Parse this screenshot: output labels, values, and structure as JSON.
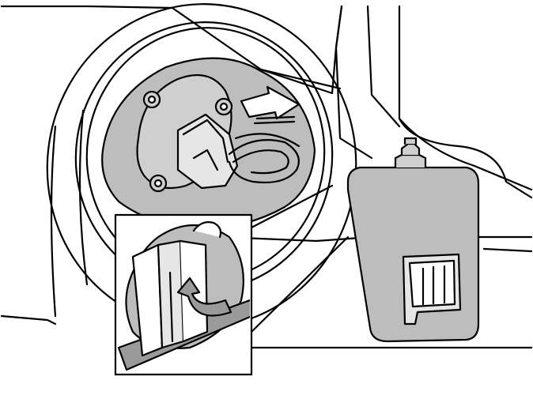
{
  "illustration": {
    "subject": "headlamp-bulb-holder-removal",
    "palette": {
      "background": "#ffffff",
      "line": "#000000",
      "fill_gray": "#bdbdbd",
      "fill_dark": "#9a9a9a"
    },
    "callout": {
      "arrow": "rotate-counterclockwise-arrow"
    },
    "direction_arrow": "pull-out-arrow"
  }
}
